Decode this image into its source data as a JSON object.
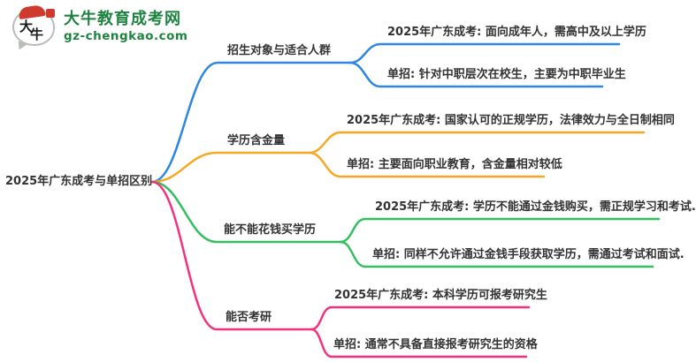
{
  "logo": {
    "bubble_char1": "大",
    "bubble_char2": "牛",
    "site_name": "大牛教育成考网",
    "site_url": "gz-chengkao.com",
    "brand_green": "#1e8341",
    "brand_red": "#d03a2e"
  },
  "root": {
    "label": "2025年广东成考与单招区别"
  },
  "colors": {
    "blue": "#2E87E0",
    "orange": "#F7A823",
    "green": "#33BF5F",
    "pink": "#F5317F",
    "text": "#333333"
  },
  "branches": [
    {
      "label": "招生对象与适合人群",
      "color": "#2E87E0",
      "leaves": [
        {
          "text": "2025年广东成考: 面向成年人，需高中及以上学历"
        },
        {
          "text": "单招: 针对中职层次在校生，主要为中职毕业生"
        }
      ]
    },
    {
      "label": "学历含金量",
      "color": "#F7A823",
      "leaves": [
        {
          "text": "2025年广东成考: 国家认可的正规学历，法律效力与全日制相同"
        },
        {
          "text": "单招: 主要面向职业教育，含金量相对较低"
        }
      ]
    },
    {
      "label": "能不能花钱买学历",
      "color": "#33BF5F",
      "leaves": [
        {
          "text": "2025年广东成考: 学历不能通过金钱购买，需正规学习和考试."
        },
        {
          "text": "单招: 同样不允许通过金钱手段获取学历，需通过考试和面试."
        }
      ]
    },
    {
      "label": "能否考研",
      "color": "#F5317F",
      "leaves": [
        {
          "text": "2025年广东成考: 本科学历可报考研究生"
        },
        {
          "text": "单招: 通常不具备直接报考研究生的资格"
        }
      ]
    }
  ]
}
